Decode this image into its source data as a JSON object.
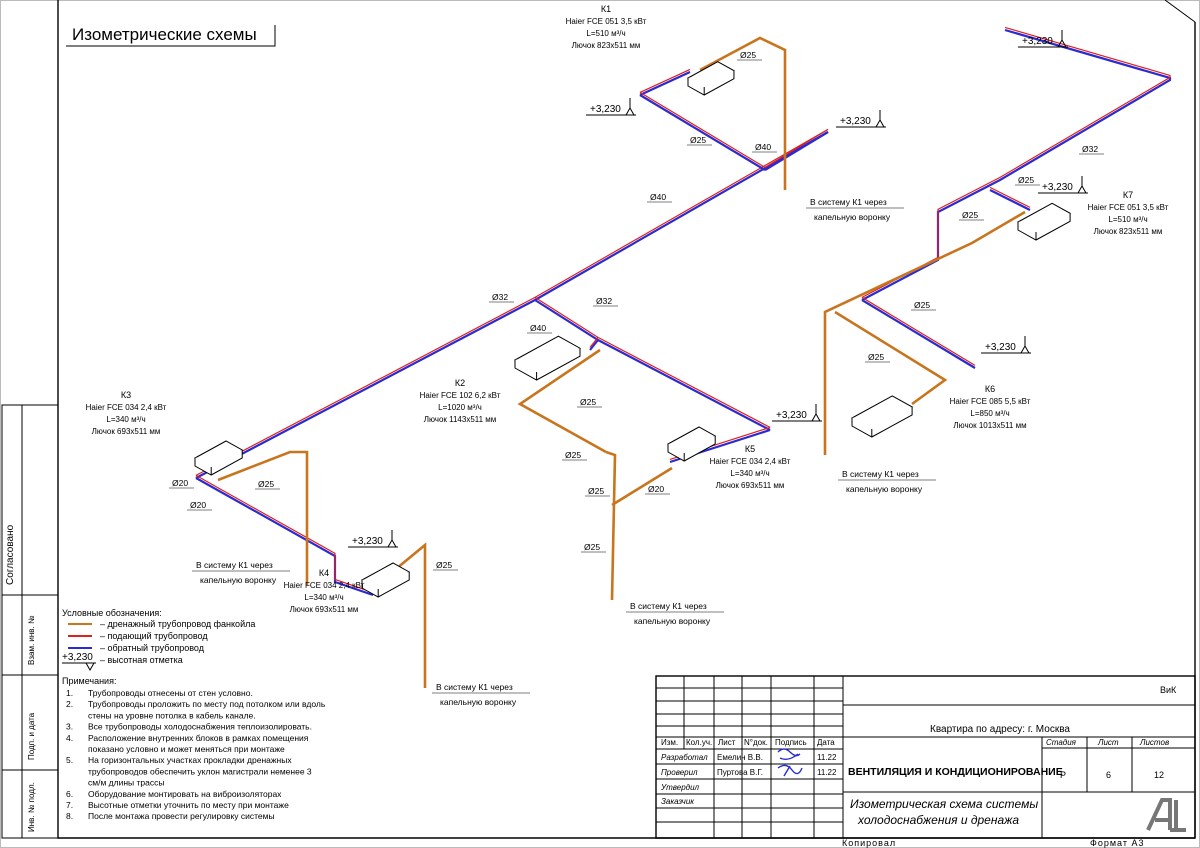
{
  "sheet_title": "Изометрические схемы",
  "units": [
    {
      "id": "k1",
      "name": "К1",
      "model": "Haier FCE 051 3,5 кВт",
      "flow": "L=510 м³/ч",
      "hatch": "Лючок 823х511 мм"
    },
    {
      "id": "k2",
      "name": "К2",
      "model": "Haier FCE 102 6,2 кВт",
      "flow": "L=1020 м³/ч",
      "hatch": "Лючок 1143х511 мм"
    },
    {
      "id": "k3",
      "name": "К3",
      "model": "Haier FCE 034 2,4 кВт",
      "flow": "L=340 м³/ч",
      "hatch": "Лючок 693х511 мм"
    },
    {
      "id": "k4",
      "name": "К4",
      "model": "Haier FCE 034 2,4 кВт",
      "flow": "L=340 м³/ч",
      "hatch": "Лючок 693х511 мм"
    },
    {
      "id": "k5",
      "name": "К5",
      "model": "Haier FCE 034 2,4 кВт",
      "flow": "L=340 м³/ч",
      "hatch": "Лючок 693х511 мм"
    },
    {
      "id": "k6",
      "name": "К6",
      "model": "Haier FCE 085 5,5 кВт",
      "flow": "L=850 м³/ч",
      "hatch": "Лючок 1013х511 мм"
    },
    {
      "id": "k7",
      "name": "К7",
      "model": "Haier FCE 051 3,5 кВт",
      "flow": "L=510 м³/ч",
      "hatch": "Лючок 823х511 мм"
    }
  ],
  "elevation": "+3,230",
  "diameters": {
    "d20": "Ø20",
    "d25": "Ø25",
    "d32": "Ø32",
    "d40": "Ø40"
  },
  "drain_note": {
    "line1": "В систему К1 через",
    "line2": "капельную воронку"
  },
  "legend": {
    "title": "Условные обозначения:",
    "items": [
      {
        "label": "– дренажный трубопровод фанкойла",
        "color": "#c8751e"
      },
      {
        "label": "– подающий трубопровод",
        "color": "#e0201e"
      },
      {
        "label": "– обратный трубопровод",
        "color": "#2b2bd0"
      },
      {
        "label": "– высотная отметка",
        "color": ""
      }
    ],
    "elev_sample": "+3,230"
  },
  "notes": {
    "title": "Примечания:",
    "items": [
      {
        "n": "1.",
        "text": "Трубопроводы отнесены от стен условно."
      },
      {
        "n": "2.",
        "text": "Трубопроводы проложить по месту под потолком или вдоль"
      },
      {
        "n": "",
        "text": "стены на уровне потолка в кабель канале."
      },
      {
        "n": "3.",
        "text": "Все трубопроводы холодоснабжения теплоизолировать."
      },
      {
        "n": "4.",
        "text": "Расположение внутренних блоков в рамках помещения"
      },
      {
        "n": "",
        "text": "показано условно и может меняться при монтаже"
      },
      {
        "n": "5.",
        "text": "На горизонтальных участках прокладки дренажных"
      },
      {
        "n": "",
        "text": "трубопроводов обеспечить уклон магистрали неменее 3"
      },
      {
        "n": "",
        "text": "см/м длины трассы"
      },
      {
        "n": "6.",
        "text": "Оборудование монтировать на виброизоляторах"
      },
      {
        "n": "7.",
        "text": "Высотные отметки уточнить по месту при монтаже"
      },
      {
        "n": "8.",
        "text": "После монтажа провести регулировку системы"
      }
    ]
  },
  "side_stamp": {
    "agreed": "Согласовано",
    "cells": [
      "Взам. инв. №",
      "Подп. и дата",
      "Инв. № подл."
    ]
  },
  "title_block": {
    "code": "ВиК",
    "address": "Квартира по адресу: г. Москва",
    "section": "ВЕНТИЛЯЦИЯ И КОНДИЦИОНИРОВАНИЕ",
    "sheet_name_1": "Изометрическая схема системы",
    "sheet_name_2": "холодоснабжения и дренажа",
    "headers": {
      "izm": "Изм.",
      "kol": "Кол.уч.",
      "list": "Лист",
      "ndok": "N°док.",
      "podp": "Подпись",
      "data": "Дата"
    },
    "rows": [
      {
        "role": "Разработал",
        "name": "Емелин В.В.",
        "date": "11.22"
      },
      {
        "role": "Проверил",
        "name": "Пуртова В.Г.",
        "date": "11.22"
      },
      {
        "role": "Утвердил",
        "name": "",
        "date": ""
      },
      {
        "role": "Заказчик",
        "name": "",
        "date": ""
      }
    ],
    "stage_label": "Стадия",
    "sheet_label": "Лист",
    "sheets_label": "Листов",
    "stage": "Р",
    "sheet": "6",
    "sheets": "12"
  },
  "footer": {
    "copied": "Копировал",
    "format": "Формат А3"
  },
  "colors": {
    "drain": "#c8751e",
    "supply": "#e0201e",
    "return": "#2b2bd0",
    "frame": "#000000"
  }
}
